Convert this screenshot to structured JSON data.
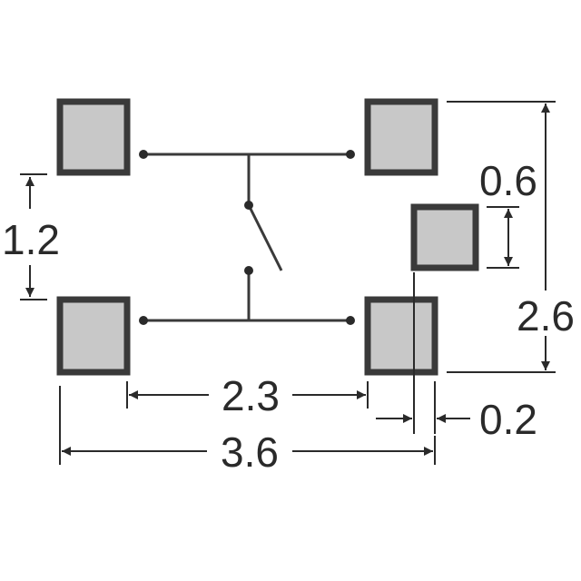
{
  "diagram": {
    "pads": [
      "pad-top-left",
      "pad-top-right",
      "pad-small",
      "pad-bottom-left",
      "pad-bottom-right"
    ],
    "dimensions": {
      "pitch_vertical": "1.2",
      "pad_width": "0.6",
      "overall_height": "2.6",
      "inner_width": "2.3",
      "overall_width": "3.6",
      "gap": "0.2"
    },
    "colors": {
      "pad_fill": "#c8c8c8",
      "pad_stroke": "#3a3a3a",
      "line": "#2a2a2a"
    }
  }
}
